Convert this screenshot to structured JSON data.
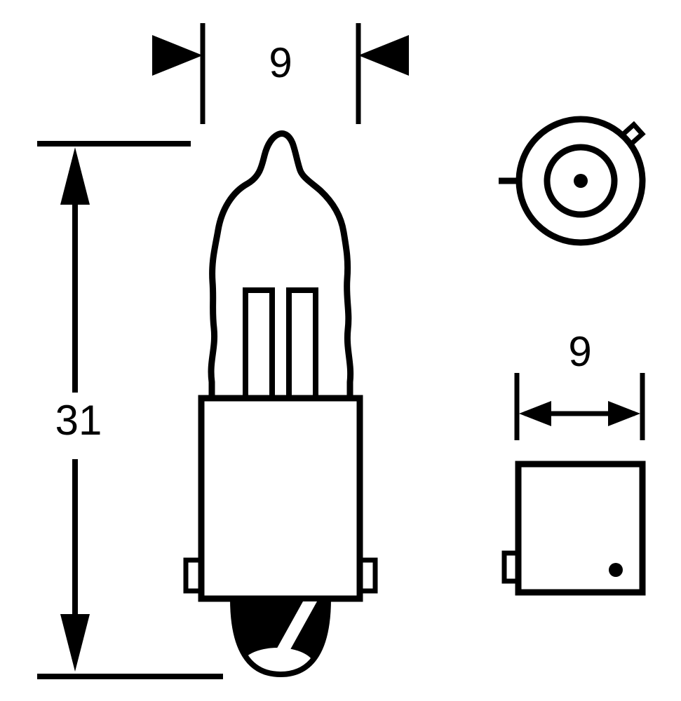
{
  "page": {
    "background": "#ffffff",
    "line_color": "#000000"
  },
  "drawing": {
    "description": "technical-line-drawing-of-miniature-halogen-bulb-with-bayonet-base",
    "labels": {
      "bulb_width_mm": "9",
      "bulb_length_mm": "31",
      "base_diameter_mm": "9"
    }
  }
}
